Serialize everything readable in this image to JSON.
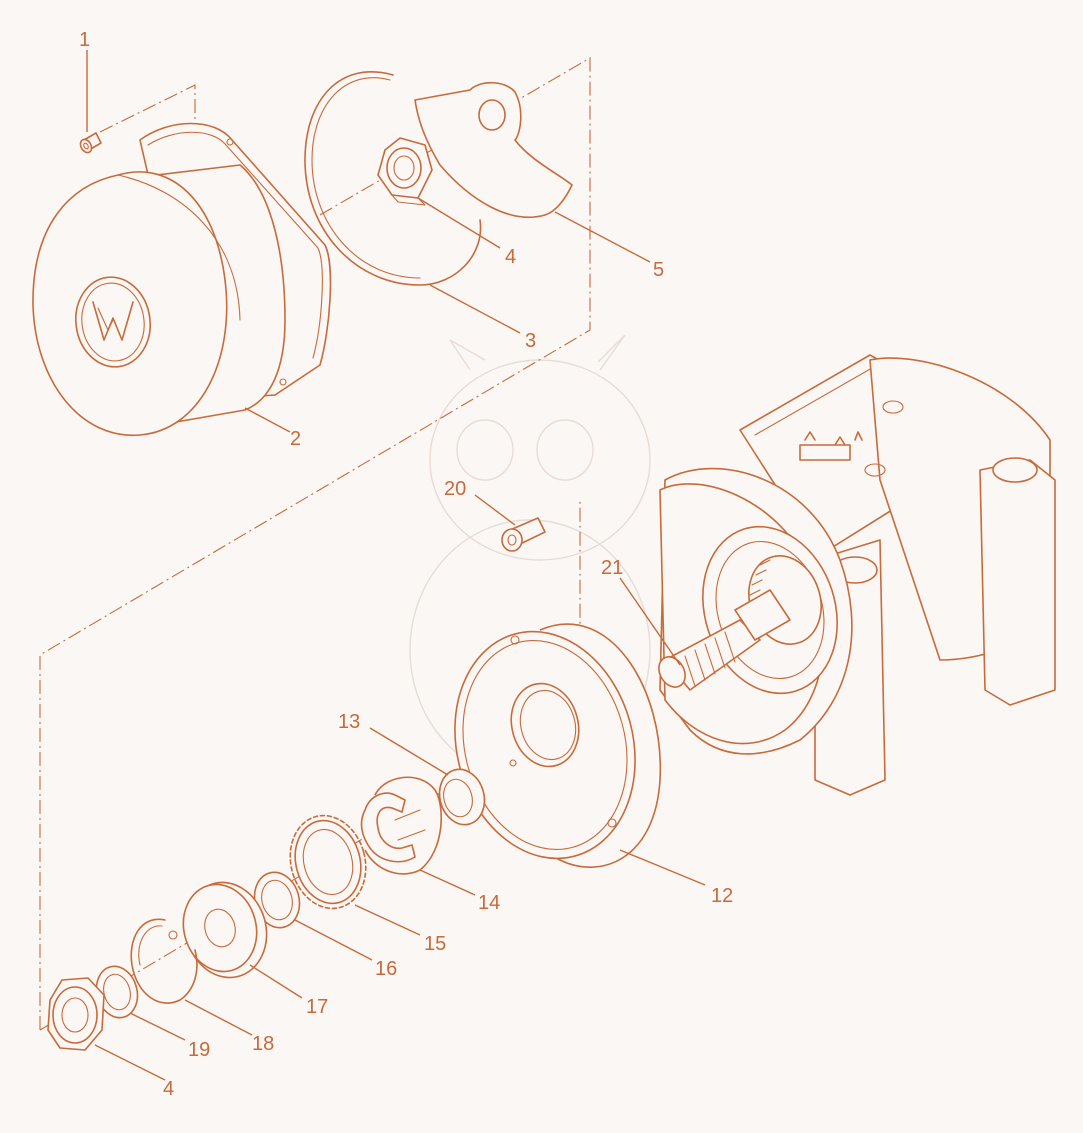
{
  "colors": {
    "line": "#c86a3a",
    "background": "#faf7f4"
  },
  "logo_icon": "w-logo-icon",
  "callouts": [
    "1",
    "2",
    "3",
    "4",
    "5",
    "20",
    "21",
    "13",
    "14",
    "12",
    "15",
    "16",
    "17",
    "18",
    "19",
    "4"
  ]
}
